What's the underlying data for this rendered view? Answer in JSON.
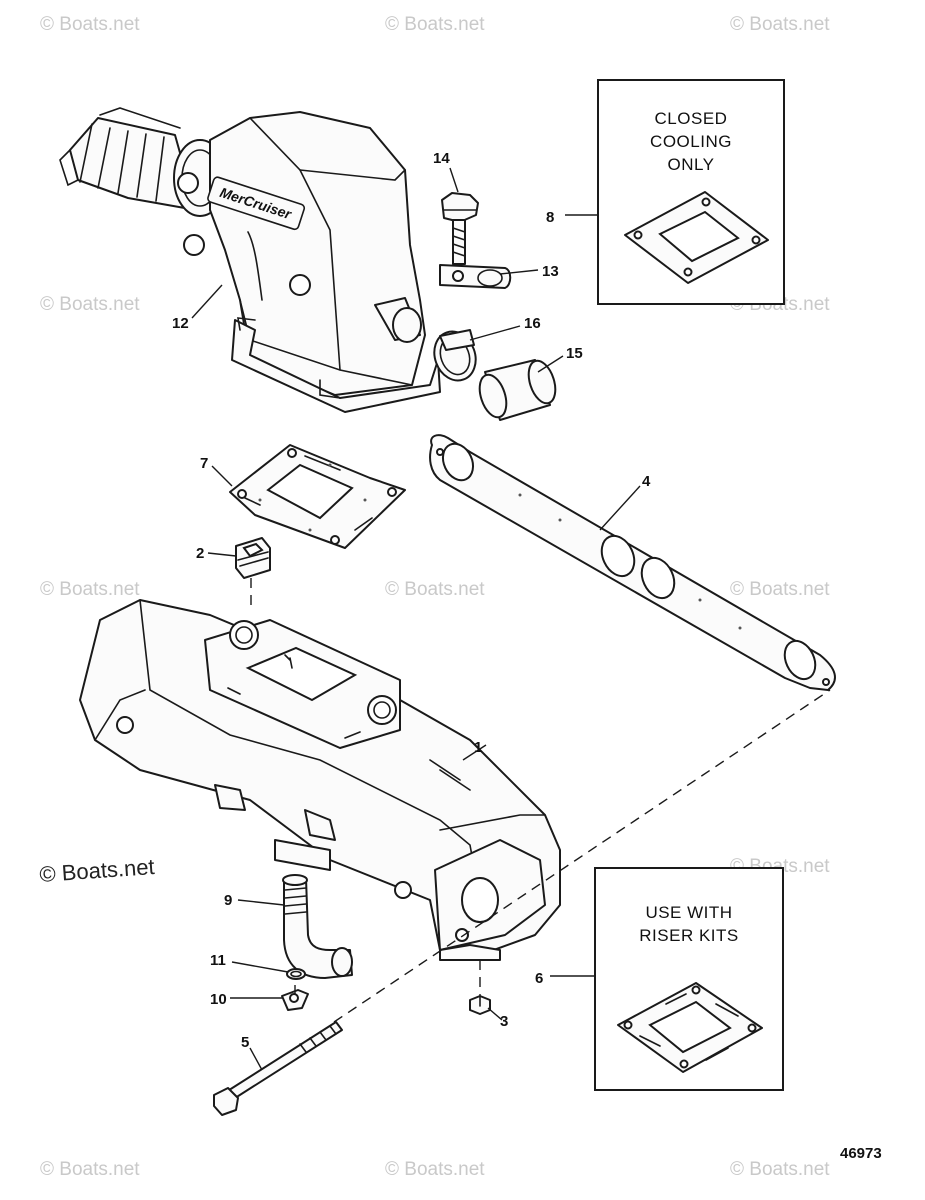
{
  "watermarks": [
    "© Boats.net",
    "© Boats.net",
    "© Boats.net",
    "© Boats.net",
    "© Boats.net",
    "© Boats.net",
    "© Boats.net",
    "© Boats.net",
    "© Boats.net",
    "© Boats.net",
    "© Boats.net",
    "© Boats.net",
    "© Boats.net"
  ],
  "callouts": {
    "c1": "1",
    "c2": "2",
    "c3": "3",
    "c4": "4",
    "c5": "5",
    "c6": "6",
    "c7": "7",
    "c8": "8",
    "c9": "9",
    "c10": "10",
    "c11": "11",
    "c12": "12",
    "c13": "13",
    "c14": "14",
    "c15": "15",
    "c16": "16"
  },
  "boxes": {
    "closed_cooling": [
      "CLOSED",
      "COOLING",
      "ONLY"
    ],
    "riser_kits": [
      "USE WITH",
      "RISER KITS"
    ]
  },
  "elbow_logo": "MerCruiser",
  "figure_number": "46973"
}
